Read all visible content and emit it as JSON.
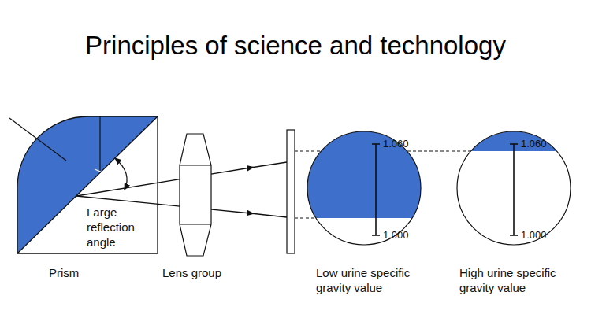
{
  "diagram": {
    "title": "Principles of science and technology",
    "nodes": [
      {
        "text": [
          "1.060",
          "1.000"
        ]
      },
      {
        "text": [
          "1.060",
          "1.000"
        ]
      }
    ],
    "labels": [
      "Large reflection angle",
      "Prism",
      "Lens group",
      "Low urine specific gravity value",
      "High urine specific gravity value"
    ]
  }
}
